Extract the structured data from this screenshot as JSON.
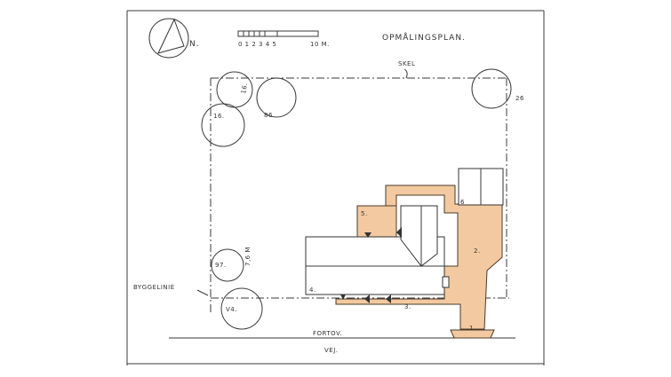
{
  "title": "OPMÅLINGSPLAN.",
  "north": "N.",
  "scale": {
    "ticks": "0 1 2 3 4 5",
    "end": "10 M."
  },
  "labels": {
    "skel": "SKEL",
    "byggelinie": "BYGGELINIE",
    "fortov": "FORTOV.",
    "vej": "VEJ.",
    "measure": "7,6 M"
  },
  "zones": [
    "1.",
    "2.",
    "3.",
    "4.",
    "5.",
    "6"
  ],
  "trees": [
    "16.",
    "16.",
    "86.",
    "26",
    "97.",
    "V4."
  ],
  "colors": {
    "paving": "#f2c9a0",
    "line": "#3a3a3a"
  }
}
